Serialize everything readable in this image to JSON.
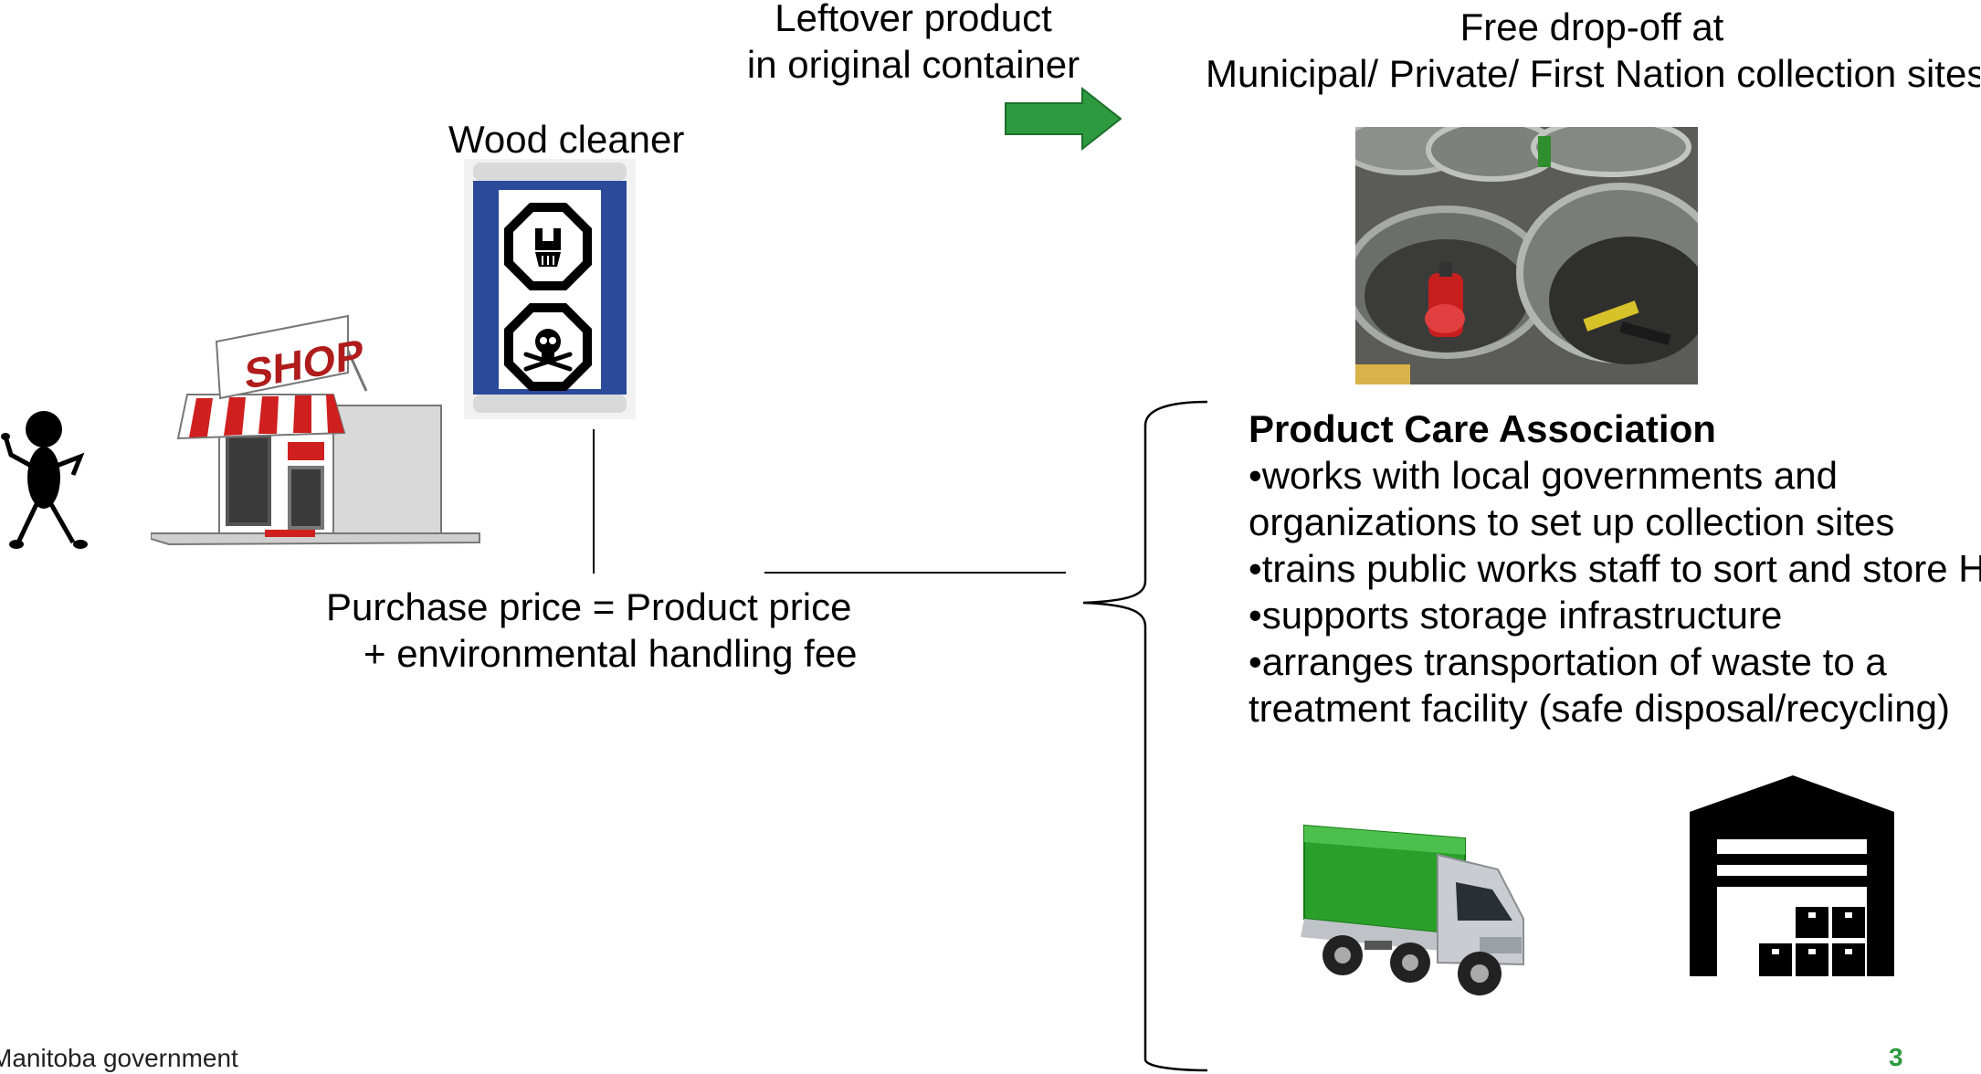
{
  "flow": {
    "leftover_label_line1": "Leftover product",
    "leftover_label_line2": "in original container",
    "dropoff_label_line1": "Free drop-off at",
    "dropoff_label_line2": "Municipal/ Private/ First Nation collection sites",
    "product_label": "Wood cleaner",
    "price_line1": "Purchase price = Product price",
    "price_line2": "+ environmental handling fee",
    "shop_sign": "SHOP"
  },
  "pca": {
    "title": "Product Care Association",
    "bullets": [
      "•works with local governments and",
      "organizations to set up collection sites",
      "•trains public works staff to sort and store HHW",
      "•supports storage infrastructure",
      "•arranges transportation of waste to a",
      "treatment facility (safe disposal/recycling)"
    ]
  },
  "footer": {
    "source": "Manitoba government",
    "page_number": "3"
  },
  "colors": {
    "arrow": "#2e9a3f",
    "footer_page": "#2e9a3f",
    "can_blue": "#2b4a9a",
    "truck_green": "#2aa02a"
  }
}
